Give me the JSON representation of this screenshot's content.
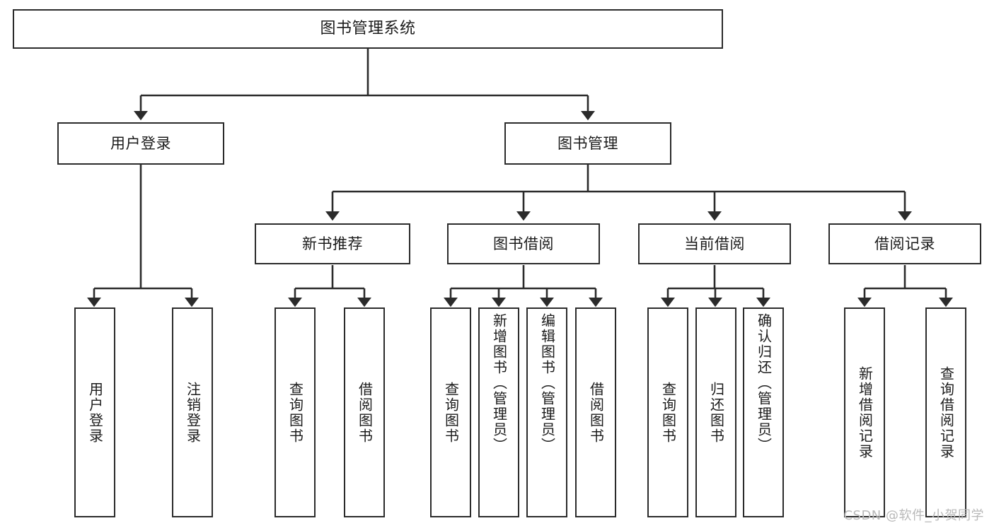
{
  "diagram": {
    "title": "图书管理系统",
    "type": "hierarchy-tree",
    "watermark": "CSDN @软件_小贺同学",
    "nodes": {
      "root": {
        "label": "图书管理系统"
      },
      "level2": [
        {
          "id": "user-login",
          "label": "用户登录"
        },
        {
          "id": "book-management",
          "label": "图书管理"
        }
      ],
      "level3": [
        {
          "id": "new-book-recommend",
          "label": "新书推荐"
        },
        {
          "id": "book-borrow",
          "label": "图书借阅"
        },
        {
          "id": "current-borrow",
          "label": "当前借阅"
        },
        {
          "id": "borrow-record",
          "label": "借阅记录"
        }
      ],
      "leaves": {
        "user_login": [
          {
            "id": "leaf-user-login",
            "label": "用户登录"
          },
          {
            "id": "leaf-logout-login",
            "label": "注销登录"
          }
        ],
        "new_book_recommend": [
          {
            "id": "leaf-query-book-1",
            "label": "查询图书"
          },
          {
            "id": "leaf-borrow-book-1",
            "label": "借阅图书"
          }
        ],
        "book_borrow": [
          {
            "id": "leaf-query-book-2",
            "label": "查询图书"
          },
          {
            "id": "leaf-add-book",
            "label": "新增图书（管理员）"
          },
          {
            "id": "leaf-edit-book",
            "label": "编辑图书（管理员）"
          },
          {
            "id": "leaf-borrow-book-2",
            "label": "借阅图书"
          }
        ],
        "current_borrow": [
          {
            "id": "leaf-query-book-3",
            "label": "查询图书"
          },
          {
            "id": "leaf-return-book",
            "label": "归还图书"
          },
          {
            "id": "leaf-confirm-return",
            "label": "确认归还（管理员）"
          }
        ],
        "borrow_record": [
          {
            "id": "leaf-add-record",
            "label": "新增借阅记录"
          },
          {
            "id": "leaf-query-record",
            "label": "查询借阅记录"
          }
        ]
      }
    },
    "colors": {
      "stroke": "#2b2b2b",
      "fill": "#ffffff",
      "text": "#1b1b1b",
      "watermark": "#b9b9b9"
    }
  }
}
